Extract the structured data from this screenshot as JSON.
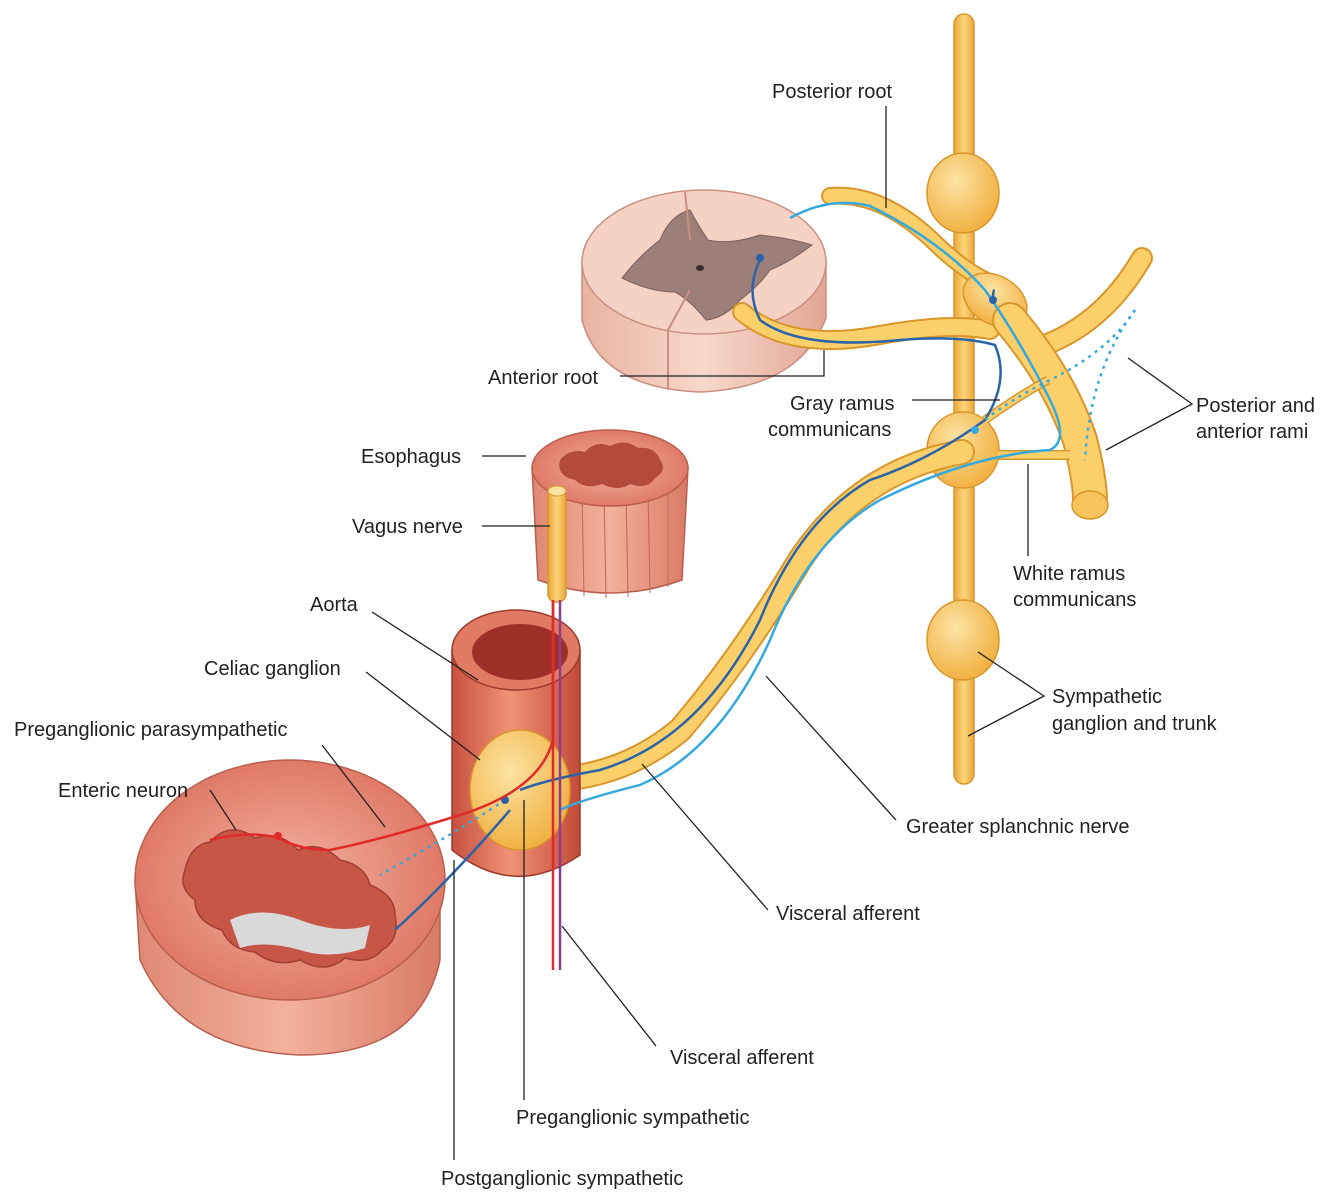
{
  "labels": {
    "posterior_root": "Posterior root",
    "anterior_root": "Anterior root",
    "gray_ramus_1": "Gray ramus",
    "gray_ramus_2": "communicans",
    "posterior_anterior_rami_1": "Posterior and",
    "posterior_anterior_rami_2": "anterior rami",
    "esophagus": "Esophagus",
    "vagus_nerve": "Vagus nerve",
    "white_ramus_1": "White ramus",
    "white_ramus_2": "communicans",
    "aorta": "Aorta",
    "celiac_ganglion": "Celiac ganglion",
    "sympathetic_ganglion_1": "Sympathetic",
    "sympathetic_ganglion_2": "ganglion and trunk",
    "preganglionic_parasympathetic": "Preganglionic parasympathetic",
    "enteric_neuron": "Enteric neuron",
    "greater_splanchnic": "Greater splanchnic nerve",
    "visceral_afferent_upper": "Visceral afferent",
    "visceral_afferent_lower": "Visceral afferent",
    "preganglionic_sympathetic": "Preganglionic sympathetic",
    "postganglionic_sympathetic": "Postganglionic sympathetic"
  },
  "colors": {
    "nerve_fill": "#f9c659",
    "nerve_stroke": "#d9962a",
    "tissue_light": "#f6c9b4",
    "tissue_dark": "#e0735e",
    "gray_matter": "#9d7f7a",
    "preganglionic_symp": "#2a63a8",
    "visceral_afferent": "#35a9dd",
    "parasympathetic": "#e02b2b",
    "vagal_afferent": "#8e3d8e"
  }
}
